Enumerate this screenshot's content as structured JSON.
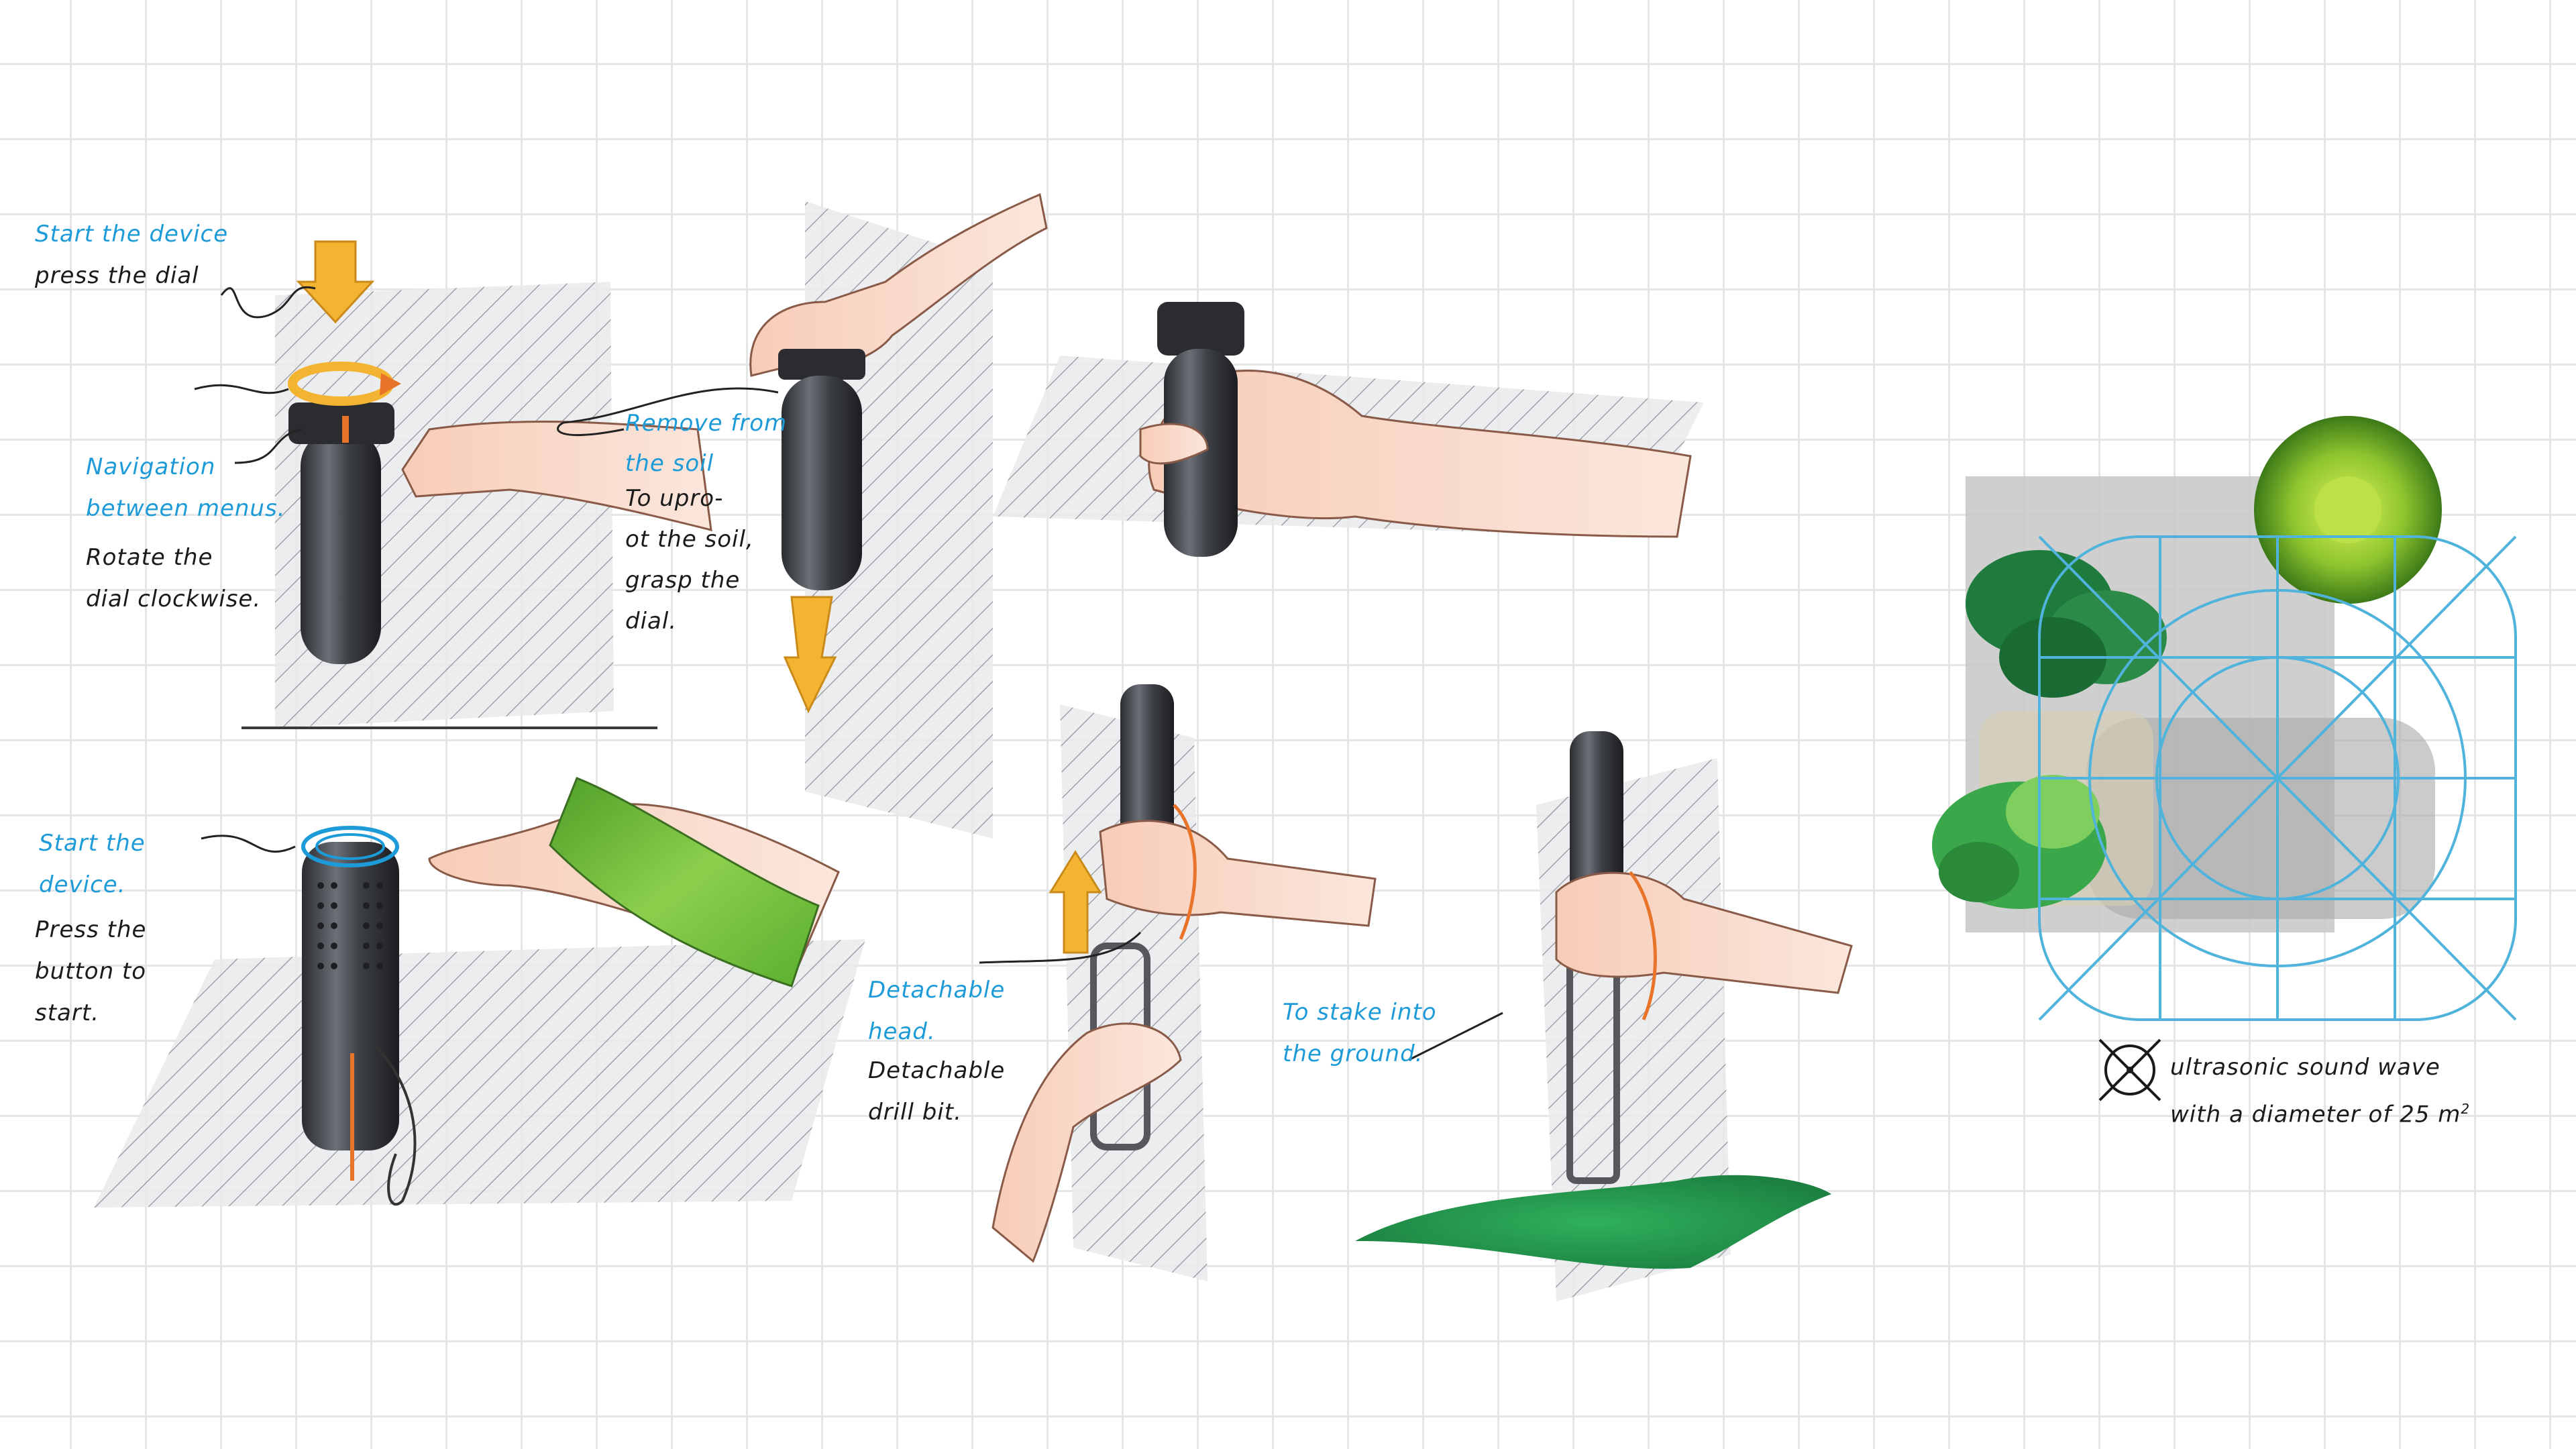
{
  "notes": {
    "start_press_title": "Start the device",
    "start_press_body": "press the dial",
    "navigation_title_1": "Navigation",
    "navigation_title_2": "between menus.",
    "navigation_body_1": "Rotate the",
    "navigation_body_2": "dial clockwise.",
    "remove_title_1": "Remove from",
    "remove_title_2": "the soil",
    "remove_body_1": "To upro-",
    "remove_body_2": "ot the soil,",
    "remove_body_3": "grasp the",
    "remove_body_4": "dial.",
    "start_button_title_1": "Start the",
    "start_button_title_2": "device.",
    "start_button_body_1": "Press the",
    "start_button_body_2": "button to",
    "start_button_body_3": "start.",
    "detach_title_1": "Detachable",
    "detach_title_2": "head.",
    "detach_body_1": "Detachable",
    "detach_body_2": "drill bit.",
    "stake_title_1": "To stake into",
    "stake_title_2": "the ground."
  },
  "legend": {
    "line_1": "ultrasonic sound wave",
    "line_2": "with a diameter of 25",
    "unit": "m",
    "exponent": "2",
    "icon": "ultrasonic-symbol-icon"
  },
  "colors": {
    "annotation_blue": "#1d9bd8",
    "annotation_dark": "#1a1a1a",
    "device_body": "#4a4d52",
    "accent_orange": "#e8742a",
    "arrow_yellow": "#f2b431",
    "sleeve_green": "#6bbf3a",
    "grass_green": "#1f9a4c",
    "skin": "#f5c4ad",
    "wave_grid": "#4fb3dc"
  }
}
